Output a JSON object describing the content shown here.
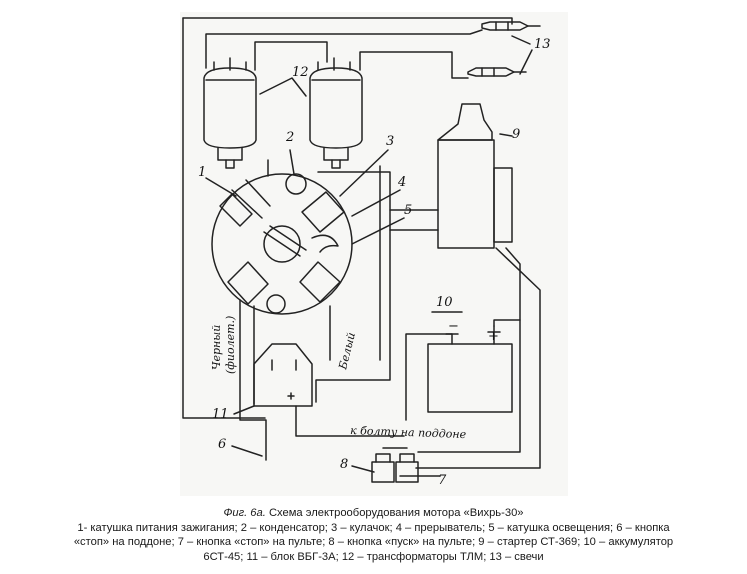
{
  "diagram": {
    "labels": {
      "n1": "1",
      "n2": "2",
      "n3": "3",
      "n4": "4",
      "n5": "5",
      "n6": "6",
      "n7": "7",
      "n8": "8",
      "n9": "9",
      "n10": "10",
      "n11": "11",
      "n12": "12",
      "n13": "13",
      "minus": "−",
      "plus": "+",
      "wire_black": "Черный",
      "wire_violet": "(фиолет.)",
      "wire_white": "Белый",
      "ground_note": "к болту на поддоне"
    }
  },
  "caption": {
    "fig_label": "Фиг. 6а.",
    "title": " Схема электрооборудования мотора «Вихрь-30»",
    "line2": "1- катушка питания зажигания; 2 – конденсатор; 3 – кулачок; 4 – прерыватель; 5 – катушка освещения; 6 – кнопка",
    "line3": "«стоп» на поддоне; 7 – кнопка «стоп» на пульте; 8 – кнопка «пуск» на пульте; 9 – стартер СТ-369; 10 – аккумулятор",
    "line4": "6СТ-45; 11 – блок ВБГ-3А; 12 – трансформаторы ТЛМ; 13 – свечи"
  }
}
